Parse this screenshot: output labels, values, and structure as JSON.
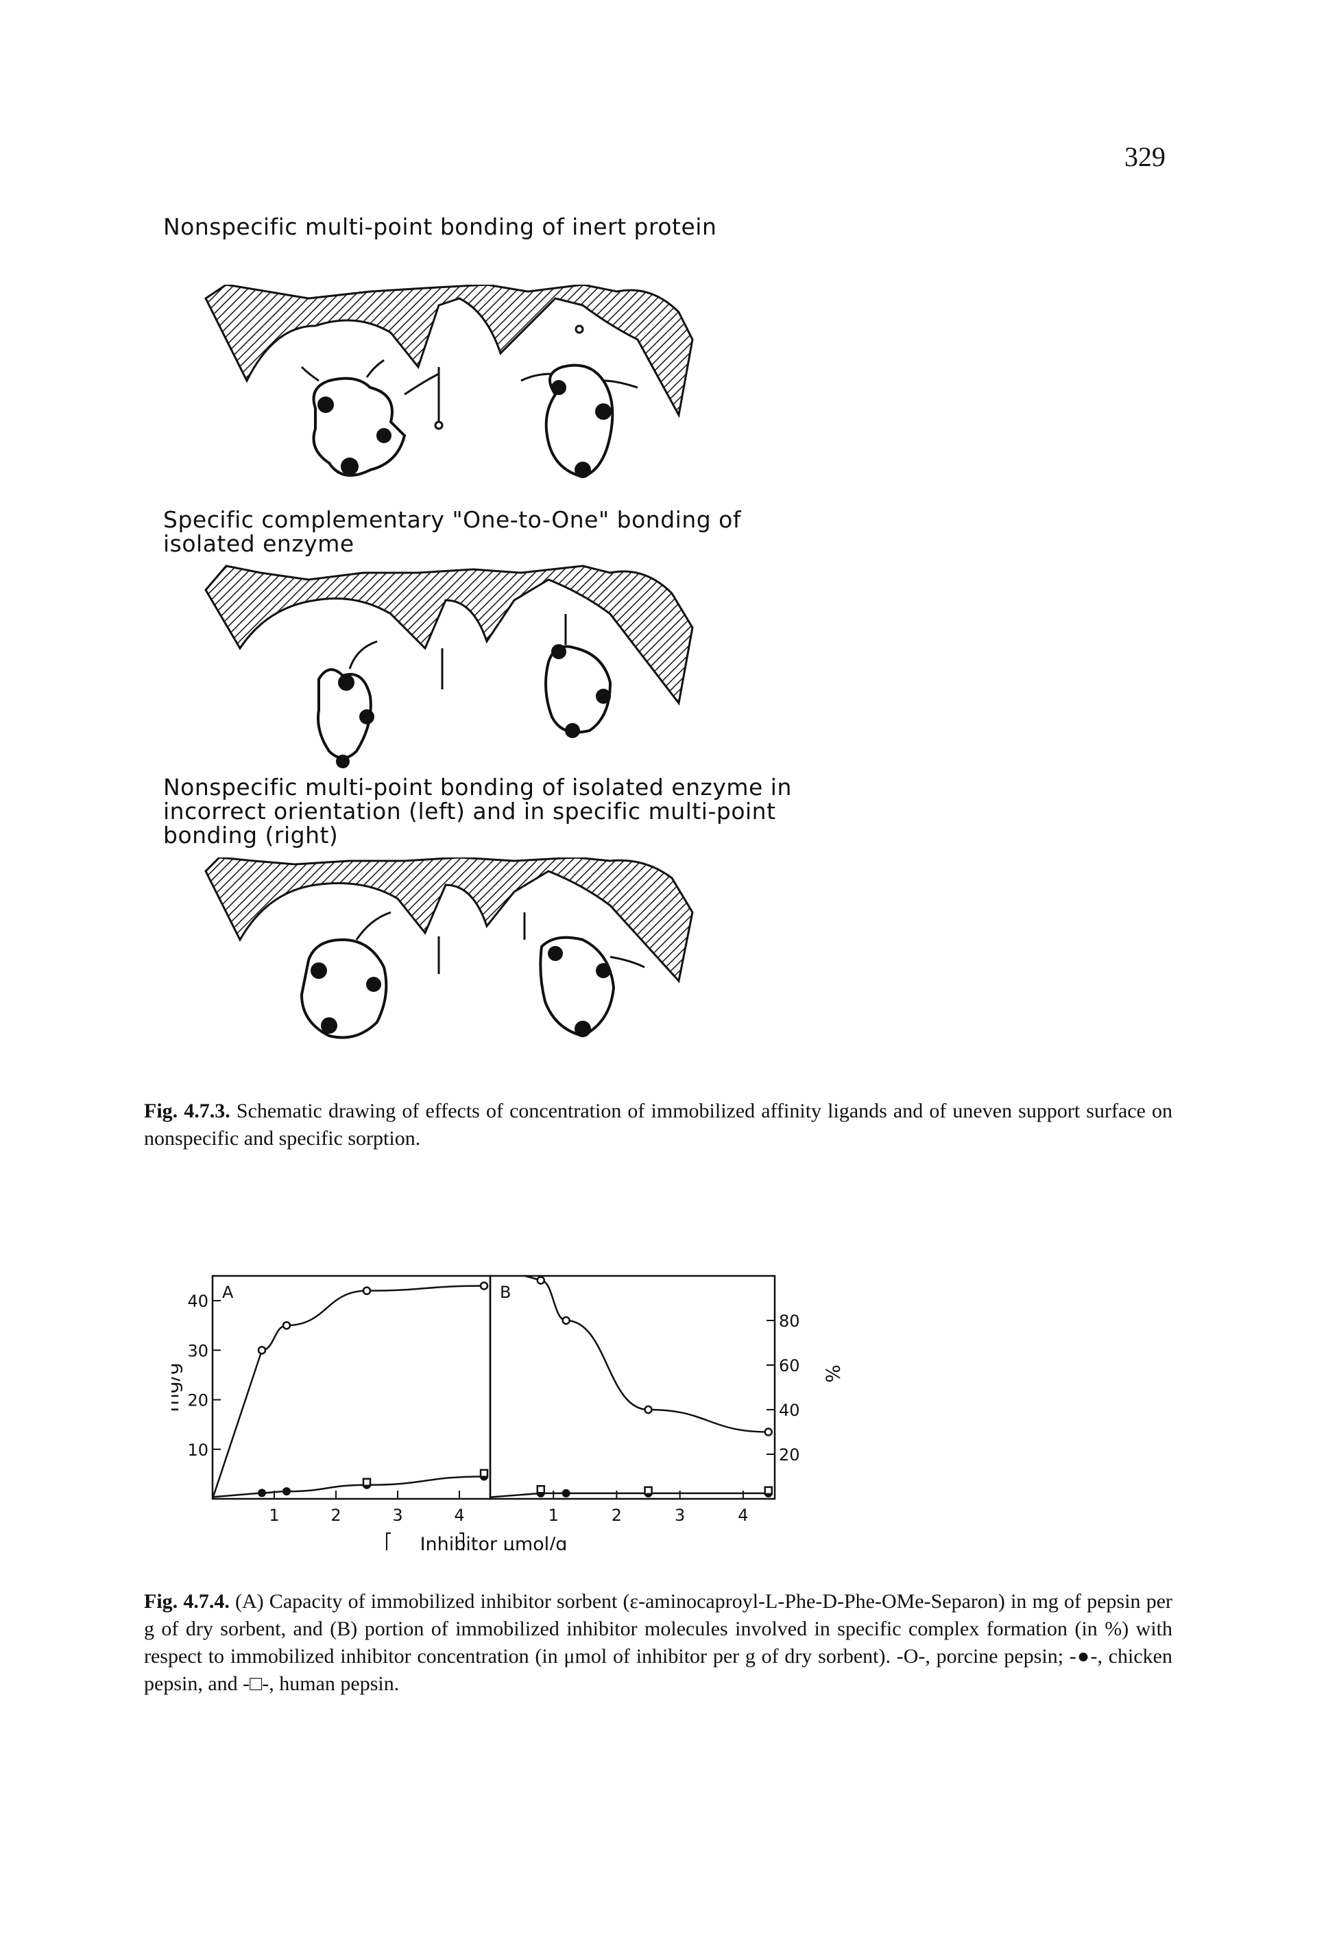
{
  "page_number": "329",
  "headings": [
    "Nonspecific multi-point bonding of inert protein",
    "Specific complementary \"One-to-One\" bonding of isolated enzyme",
    "Nonspecific multi-point bonding of isolated enzyme in incorrect orientation (left) and in specific multi-point bonding (right)"
  ],
  "captions": [
    {
      "label": "Fig. 4.7.3.",
      "text": "Schematic drawing of effects of concentration of immobilized affinity ligands and of uneven support surface on nonspecific and specific sorption."
    },
    {
      "label": "Fig. 4.7.4.",
      "text": "(A) Capacity of immobilized inhibitor sorbent (ε-aminocaproyl-L-Phe-D-Phe-OMe-Separon) in mg of pepsin per g of dry sorbent, and (B) portion of immobilized inhibitor molecules involved in specific complex formation (in %) with respect to immobilized inhibitor concentration (in μmol of inhibitor per g of dry sorbent). -O-, porcine pepsin; -●-, chicken pepsin, and -□-, human pepsin."
    }
  ],
  "chart_data": [
    {
      "type": "line",
      "panel_label": "A",
      "ylabel": "mg/g",
      "xlabel": "[Inhibitor] μmol/g",
      "xlim": [
        0,
        4.5
      ],
      "ylim": [
        0,
        45
      ],
      "x_ticks": [
        "1",
        "2",
        "3",
        "4"
      ],
      "y_ticks": [
        "10",
        "20",
        "30",
        "40"
      ],
      "series": [
        {
          "marker": "open-circle",
          "x": [
            0.8,
            1.2,
            2.5,
            4.4
          ],
          "y": [
            30,
            35,
            42,
            43
          ]
        },
        {
          "marker": "filled-circle",
          "x": [
            0.8,
            1.2,
            2.5,
            4.4
          ],
          "y": [
            1.2,
            1.5,
            2.8,
            4.5
          ]
        },
        {
          "marker": "open-square",
          "x": [
            2.5,
            4.4
          ],
          "y": [
            2.8,
            4.6
          ]
        }
      ]
    },
    {
      "type": "line",
      "panel_label": "B",
      "ylabel": "%",
      "xlabel": "[Inhibitor] μmol/g",
      "xlim": [
        0,
        4.5
      ],
      "ylim": [
        0,
        100
      ],
      "x_ticks": [
        "1",
        "2",
        "3",
        "4"
      ],
      "y_ticks": [
        "20",
        "40",
        "60",
        "80"
      ],
      "series": [
        {
          "marker": "open-circle",
          "x": [
            0.8,
            1.2,
            2.5,
            4.4
          ],
          "y": [
            98,
            80,
            40,
            30
          ]
        },
        {
          "marker": "filled-circle",
          "x": [
            0.8,
            1.2,
            2.5,
            4.4
          ],
          "y": [
            2.5,
            2.5,
            2.5,
            2.5
          ]
        },
        {
          "marker": "open-square",
          "x": [
            0.8,
            2.5,
            4.4
          ],
          "y": [
            3,
            2.5,
            2.5
          ]
        }
      ]
    }
  ]
}
